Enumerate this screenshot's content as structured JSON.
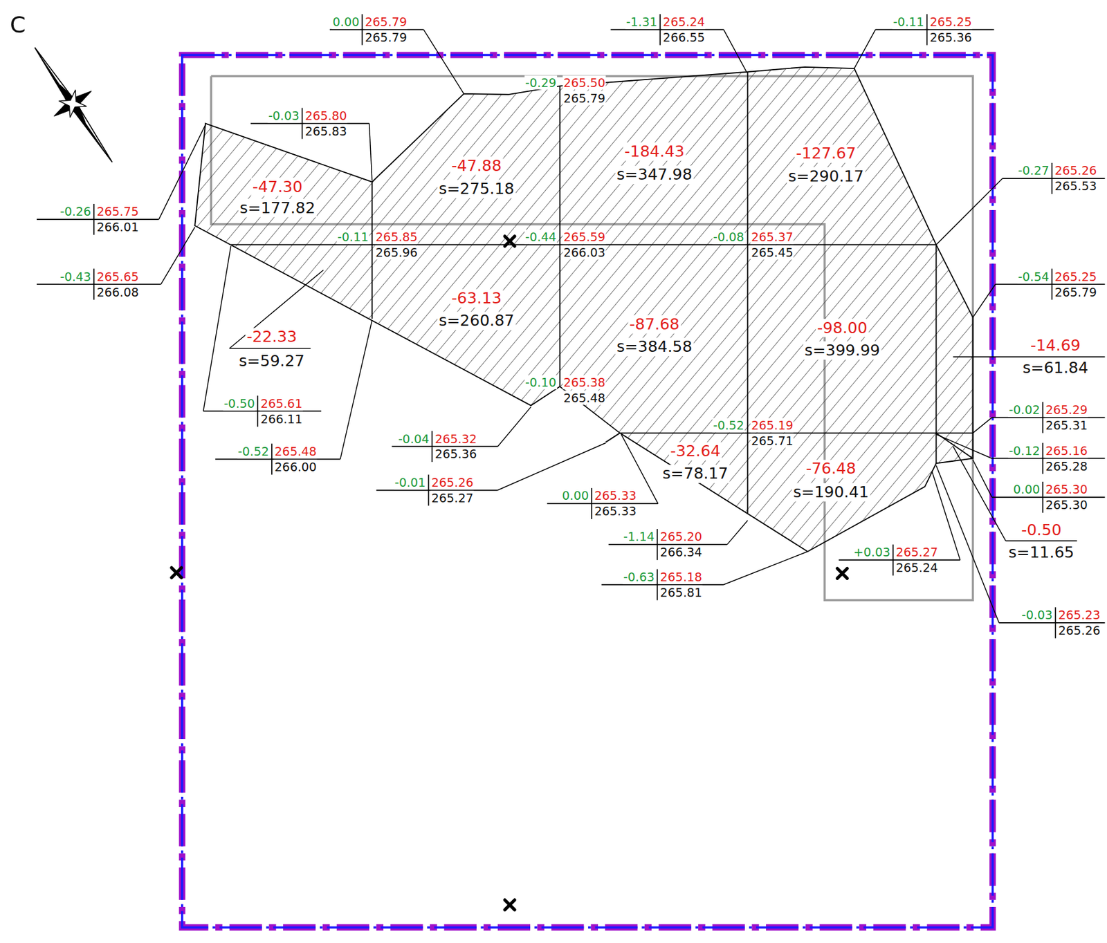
{
  "diagram": {
    "nodes": [
      {
        "text": [
          "-184.43",
          "s=347.98"
        ]
      },
      {
        "text": [
          "-127.67",
          "s=290.17"
        ]
      },
      {
        "text": [
          "-47.88",
          "s=275.18"
        ]
      },
      {
        "text": [
          "-47.30",
          "s=177.82"
        ]
      },
      {
        "text": [
          "-63.13",
          "s=260.87"
        ]
      },
      {
        "text": [
          "-87.68",
          "s=384.58"
        ]
      },
      {
        "text": [
          "-98.00",
          "s=399.99"
        ]
      },
      {
        "text": [
          "-22.33",
          "s=59.27"
        ]
      },
      {
        "text": [
          "-14.69",
          "s=61.84"
        ]
      },
      {
        "text": [
          "-32.64",
          "s=78.17"
        ]
      },
      {
        "text": [
          "-76.48",
          "s=190.41"
        ]
      },
      {
        "text": [
          "-0.50",
          "s=11.65"
        ]
      }
    ],
    "labels": [
      "0.00",
      "265.79",
      "265.79",
      "-1.31",
      "265.24",
      "266.55",
      "-0.11",
      "265.25",
      "265.36",
      "-0.29",
      "265.50",
      "265.79",
      "-0.03",
      "265.80",
      "265.83",
      "-0.26",
      "265.75",
      "266.01",
      "-0.43",
      "265.65",
      "266.08",
      "-0.11",
      "265.85",
      "265.96",
      "-0.44",
      "265.59",
      "266.03",
      "-0.08",
      "265.37",
      "265.45",
      "-0.27",
      "265.26",
      "265.53",
      "-0.54",
      "265.25",
      "265.79",
      "-0.10",
      "265.38",
      "265.48",
      "-0.04",
      "265.32",
      "265.36",
      "-0.50",
      "265.61",
      "266.11",
      "-0.52",
      "265.48",
      "266.00",
      "-0.01",
      "265.26",
      "265.27",
      "0.00",
      "265.33",
      "265.33",
      "-0.52",
      "265.19",
      "265.71",
      "-1.14",
      "265.20",
      "266.34",
      "-0.63",
      "265.18",
      "265.81",
      "+0.03",
      "265.27",
      "265.24",
      "-0.02",
      "265.29",
      "265.31",
      "-0.12",
      "265.16",
      "265.28",
      "0.00",
      "265.30",
      "265.30",
      "-0.03",
      "265.23",
      "265.26",
      "С"
    ]
  }
}
